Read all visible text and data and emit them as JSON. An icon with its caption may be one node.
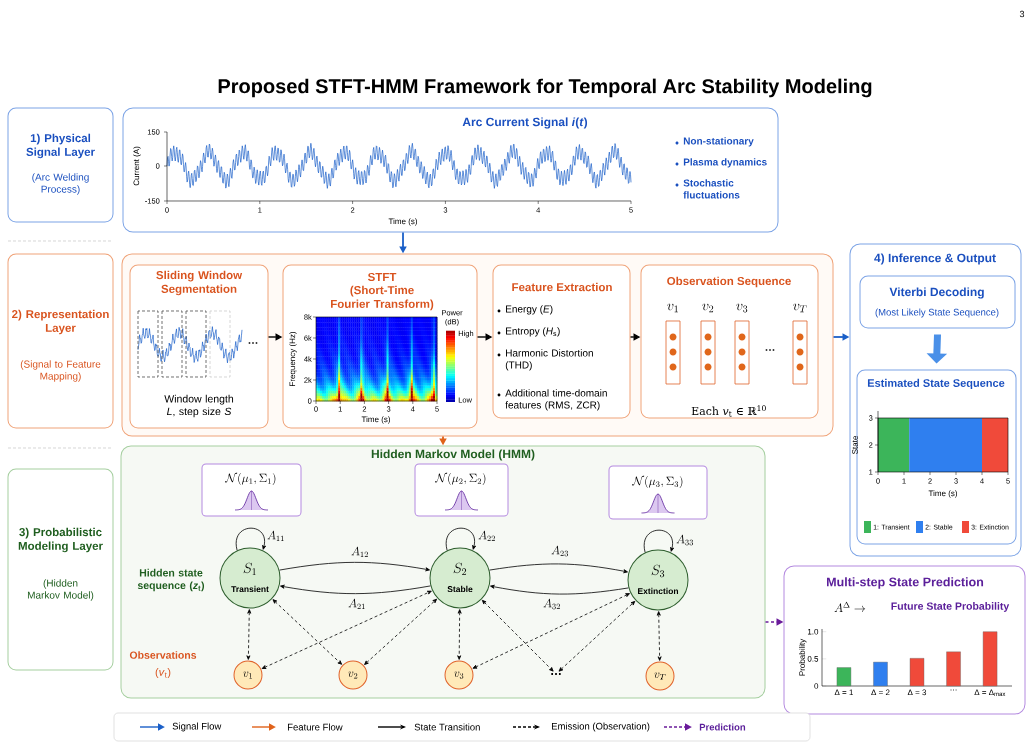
{
  "diagram": {
    "title": "Proposed STFT-HMM Framework for Temporal Arc Stability Modeling",
    "nodes": [
      {
        "text": [
          "1) Physical Signal Layer",
          "(Arc Welding Process)"
        ]
      },
      {
        "text": [
          "Arc Current Signal *i*(*t*)",
          "Non-stationary",
          "Plasma dynamics",
          "Stochastic fluctuations"
        ]
      },
      {
        "text": [
          "2) Representation Layer",
          "(Signal to Feature Mapping)"
        ]
      },
      {
        "text": [],
        "shape": "box"
      },
      {
        "text": [
          "Sliding Window Segmentation",
          "…",
          "Window length *L*, step size *S*"
        ],
        "in": 3
      },
      {
        "text": [
          "STFT",
          "(Short-Time Fourier Transform)"
        ],
        "in": 3
      },
      {
        "text": [
          "Feature Extraction",
          "Energy (*E*)",
          "Entropy (*H*$_{s}$)",
          "Harmonic Distortion (THD)",
          "Additional time-domain features (RMS, ZCR)"
        ],
        "in": 3
      },
      {
        "text": [
          "Observation Sequence",
          "v_1",
          "v_2",
          "v_3",
          "v_T",
          "…",
          "Each *v*$_{t}$ ∈ ℝ$^{10}$"
        ],
        "in": 3
      },
      {
        "text": [
          "4) Inference & Output"
        ]
      },
      {
        "text": [
          "Viterbi Decoding",
          "(Most Likely State Sequence)"
        ],
        "in": 8
      },
      {
        "text": [
          "Estimated State Sequence"
        ],
        "in": 8
      },
      {
        "text": [
          "3) Probabilistic Modeling Layer",
          "(Hidden Markov Model)"
        ]
      },
      {
        "text": [
          "Hidden Markov Model (HMM)"
        ]
      },
      {
        "text": [
          "\\mathcal{N}(\\mu_1, \\Sigma_1)"
        ],
        "in": 12
      },
      {
        "text": [
          "\\mathcal{N}(\\mu_2, \\Sigma_2)"
        ],
        "in": 12
      },
      {
        "text": [
          "\\mathcal{N}(\\mu_3, \\Sigma_3)"
        ],
        "in": 12
      },
      {
        "text": [
          "S_1",
          "Transient"
        ],
        "in": 12
      },
      {
        "text": [
          "S_2",
          "Stable"
        ],
        "in": 12
      },
      {
        "text": [
          "S_3",
          "Extinction"
        ],
        "in": 12
      },
      {
        "text": [
          "v_1"
        ],
        "in": 12
      },
      {
        "text": [
          "v_2"
        ],
        "in": 12
      },
      {
        "text": [
          "v_3"
        ],
        "in": 12
      },
      {
        "text": [
          "…"
        ],
        "in": 12
      },
      {
        "text": [
          "v_T"
        ],
        "in": 12
      },
      {
        "text": [
          "Multi-step State Prediction",
          "A^{\\Delta} \\rightarrow",
          "Future State Probability"
        ]
      }
    ],
    "edges": [
      {
        "from": 1,
        "to": 3,
        "arrow": "to",
        "color": "#1a5fc8"
      },
      {
        "from": 4,
        "to": 5,
        "arrow": "to"
      },
      {
        "from": 5,
        "to": 6,
        "arrow": "to"
      },
      {
        "from": 6,
        "to": 7,
        "arrow": "to"
      },
      {
        "from": 3,
        "to": 8,
        "arrow": "to",
        "color": "#1a5fc8"
      },
      {
        "from": 3,
        "to": 12,
        "arrow": "to",
        "color": "#e0621a"
      },
      {
        "from": 9,
        "to": 10,
        "arrow": "to",
        "style": "thick",
        "color": "#4a90e8"
      },
      {
        "from": 16,
        "to": 16,
        "arrow": "to",
        "label": "A_{11}"
      },
      {
        "from": 17,
        "to": 17,
        "arrow": "to",
        "label": "A_{22}"
      },
      {
        "from": 18,
        "to": 18,
        "arrow": "to",
        "label": "A_{33}"
      },
      {
        "from": 16,
        "to": 17,
        "arrow": "to",
        "label": "A_{12}"
      },
      {
        "from": 17,
        "to": 16,
        "arrow": "to",
        "label": "A_{21}"
      },
      {
        "from": 17,
        "to": 18,
        "arrow": "to",
        "label": "A_{23}"
      },
      {
        "from": 18,
        "to": 17,
        "arrow": "to",
        "label": "A_{32}"
      },
      {
        "from": 16,
        "to": 19,
        "arrow": "both",
        "style": "dashed"
      },
      {
        "from": 16,
        "to": 20,
        "arrow": "both",
        "style": "dashed"
      },
      {
        "from": 19,
        "to": 17,
        "arrow": "both",
        "style": "dashed"
      },
      {
        "from": 20,
        "to": 17,
        "arrow": "both",
        "style": "dashed"
      },
      {
        "from": 17,
        "to": 21,
        "arrow": "both",
        "style": "dashed"
      },
      {
        "from": 17,
        "to": 22,
        "arrow": "both",
        "style": "dashed"
      },
      {
        "from": 21,
        "to": 18,
        "arrow": "both",
        "style": "dashed"
      },
      {
        "from": 22,
        "to": 18,
        "arrow": "both",
        "style": "dashed"
      },
      {
        "from": 18,
        "to": 23,
        "arrow": "both",
        "style": "dashed"
      },
      {
        "from": 12,
        "to": 24,
        "arrow": "to",
        "style": "dashed",
        "color": "#6a1b9a"
      }
    ],
    "labels": [
      "3",
      "150",
      "0",
      "-150",
      "Current (A)",
      "0",
      "1",
      "2",
      "3",
      "4",
      "5",
      "Time (s)",
      "8k",
      "6k",
      "4k",
      "2k",
      "0",
      "Frequency (Hz)",
      "0",
      "1",
      "2",
      "3",
      "4",
      "5",
      "Time (s)",
      "Power (dB)",
      "High",
      "Low",
      "3",
      "2",
      "1",
      "State",
      "0",
      "1",
      "2",
      "3",
      "4",
      "5",
      "Time (s)",
      "Hidden state sequence (*z*$_{t}$)",
      "Observations",
      "(*v*$_{t}$)"
    ],
    "legend": [
      {
        "text": "1: Transient",
        "color": "#3cb55a"
      },
      {
        "text": "2: Stable",
        "color": "#2f7fef"
      },
      {
        "text": "3: Extinction",
        "color": "#f04a3a"
      },
      {
        "text": "Signal Flow"
      },
      {
        "text": "Feature Flow"
      },
      {
        "text": "State Transition"
      },
      {
        "text": "Emission (Observation)"
      },
      {
        "text": "Prediction"
      }
    ],
    "chart_data": {
      "type": "bar",
      "ylabel": "Probability",
      "categories": [
        "Δ = 1",
        "Δ = 2",
        "Δ = 3",
        "…",
        "Δ = Δ$_{max}$"
      ],
      "series": [
        {
          "color": "#3cb55a",
          "values": [
            0.34,
            null,
            null,
            null,
            null
          ]
        },
        {
          "color": "#2f7fef",
          "values": [
            null,
            0.44,
            null,
            null,
            null
          ]
        },
        {
          "color": "#f04a3a",
          "values": [
            null,
            null,
            0.51,
            0.63,
            1.0
          ]
        }
      ],
      "ylim": [
        0,
        1.05
      ],
      "yticks": [
        0,
        0.5,
        {
          "value": 1.0,
          "label": "1.0"
        }
      ]
    }
  }
}
